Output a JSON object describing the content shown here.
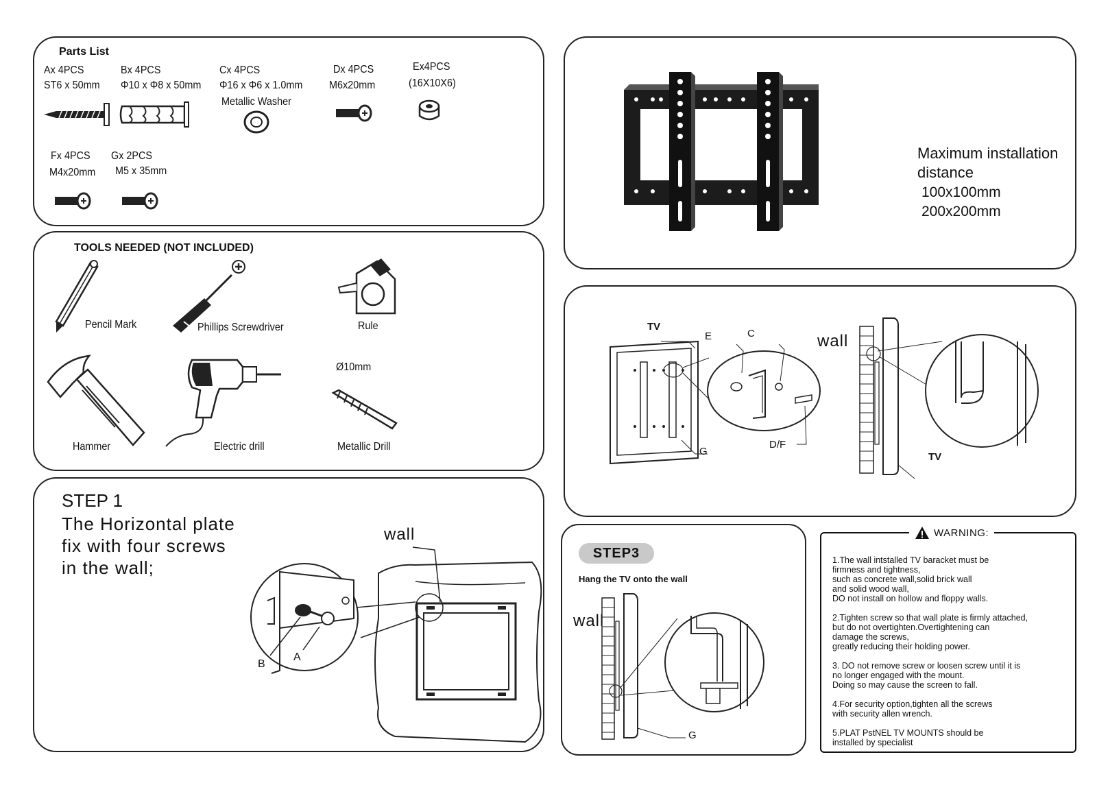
{
  "parts": {
    "title": "Parts List",
    "items": [
      {
        "label": "Ax 4PCS",
        "spec": "ST6 x 50mm",
        "note": ""
      },
      {
        "label": "Bx 4PCS",
        "spec": "Φ10 x Φ8 x 50mm",
        "note": ""
      },
      {
        "label": "Cx  4PCS",
        "spec": "Φ16 x Φ6 x 1.0mm",
        "note": "Metallic Washer"
      },
      {
        "label": "Dx 4PCS",
        "spec": "M6x20mm",
        "note": ""
      },
      {
        "label": "Ex4PCS",
        "spec": "(16X10X6)",
        "note": ""
      },
      {
        "label": "Fx 4PCS",
        "spec": "M4x20mm",
        "note": ""
      },
      {
        "label": "Gx 2PCS",
        "spec": "M5 x 35mm",
        "note": ""
      }
    ]
  },
  "tools": {
    "title": "TOOLS NEEDED (NOT INCLUDED)",
    "items": [
      "Pencil Mark",
      "Phillips Screwdriver",
      "Rule",
      "Hammer",
      "Electric drill",
      "Metallic Drill"
    ],
    "drill_bit_size": "Ø10mm"
  },
  "step1": {
    "heading": "STEP 1",
    "lines": [
      "The Horizontal plate",
      "fix with four screws",
      "in the wall;"
    ],
    "wall_label": "wall",
    "label_b": "B",
    "label_a": "A"
  },
  "bracket": {
    "max_title_1": "Maximum installation",
    "max_title_2": "distance",
    "size_1": "100x100mm",
    "size_2": "200x200mm"
  },
  "step2": {
    "tv_label": "TV",
    "label_e": "E",
    "label_c": "C",
    "label_df": "D/F",
    "label_g": "G",
    "wall_label": "wall",
    "tv_label_side": "TV"
  },
  "step3": {
    "badge": "STEP3",
    "caption": "Hang the TV onto the wall",
    "wall_label": "wall",
    "label_g": "G"
  },
  "warning": {
    "title": "WARNING:",
    "items": [
      [
        "1.The wall intstalled TV baracket must be",
        "firmness and tightness,",
        "such as concrete wall,solid brick wall",
        "and solid wood wall,",
        "DO not install on hollow and floppy walls."
      ],
      [
        "2.Tighten screw so that wall plate is firmly attached,",
        "but do not overtighten.Overtightening can",
        "damage the screws,",
        "greatly reducing their holding power."
      ],
      [
        "3. DO not remove screw or loosen screw until it is",
        "no longer engaged with the mount.",
        "Doing so may cause the screen to fall."
      ],
      [
        "4.For security option,tighten all the screws",
        "with security allen wrench."
      ],
      [
        "5.PLAT PstNEL TV MOUNTS should be",
        "installed by specialist"
      ]
    ]
  }
}
